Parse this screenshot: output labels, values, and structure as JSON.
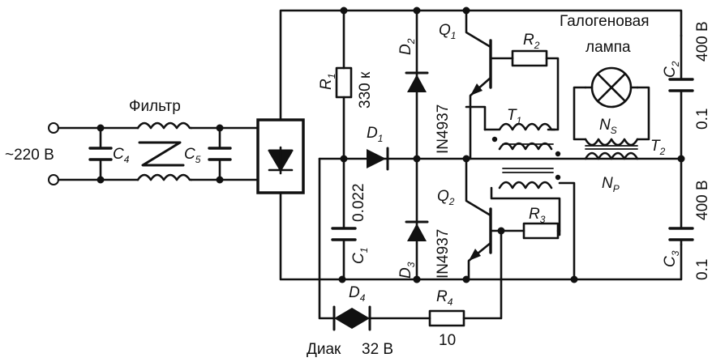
{
  "labels": {
    "filter": "Фильтр",
    "input_voltage": "~220 В",
    "c4": "C",
    "c4_sub": "4",
    "c5": "C",
    "c5_sub": "5",
    "r1": "R",
    "r1_sub": "1",
    "r1_value": "330 к",
    "d1": "D",
    "d1_sub": "1",
    "d2": "D",
    "d2_sub": "2",
    "d2_part": "IN4937",
    "d3": "D",
    "d3_sub": "3",
    "d3_part": "IN4937",
    "c1": "C",
    "c1_sub": "1",
    "c1_value": "0.022",
    "q1": "Q",
    "q1_sub": "1",
    "q2": "Q",
    "q2_sub": "2",
    "r2": "R",
    "r2_sub": "2",
    "r3": "R",
    "r3_sub": "3",
    "t1": "T",
    "t1_sub": "1",
    "t2": "T",
    "t2_sub": "2",
    "ns": "N",
    "ns_sub": "S",
    "np": "N",
    "np_sub": "P",
    "lamp_line1": "Галогеновая",
    "lamp_line2": "лампа",
    "c2": "C",
    "c2_sub": "2",
    "c2_voltage": "400 В",
    "c2_value": "0.1",
    "c3": "C",
    "c3_sub": "3",
    "c3_voltage": "400 В",
    "c3_value": "0.1",
    "d4": "D",
    "d4_sub": "4",
    "diac": "Диак",
    "diac_voltage": "32 В",
    "r4": "R",
    "r4_sub": "4",
    "r4_value": "10"
  }
}
